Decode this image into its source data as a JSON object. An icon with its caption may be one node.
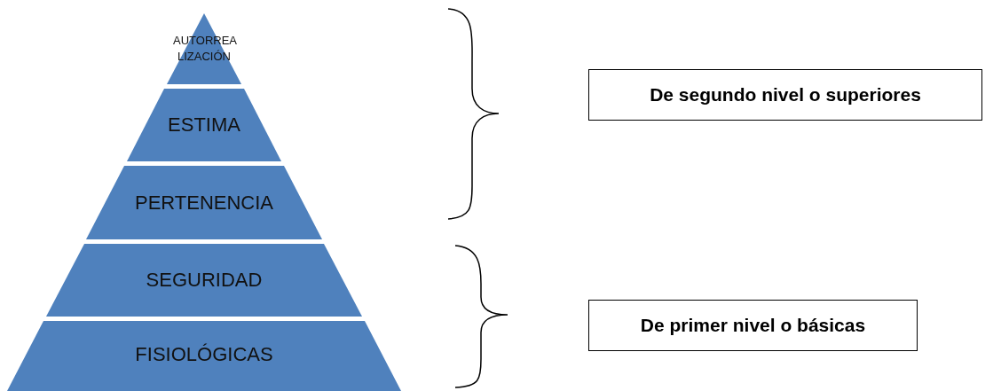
{
  "diagram": {
    "nodes": [
      {
        "text": [
          "AUTORREA LIZACIÓN"
        ]
      },
      {
        "text": [
          "ESTIMA"
        ]
      },
      {
        "text": [
          "PERTENENCIA"
        ]
      },
      {
        "text": [
          "SEGURIDAD"
        ]
      },
      {
        "text": [
          "FISIOLÓGICAS"
        ]
      },
      {
        "text": [
          "De segundo nivel o superiores"
        ]
      },
      {
        "text": [
          "De primer nivel o básicas"
        ]
      }
    ]
  }
}
